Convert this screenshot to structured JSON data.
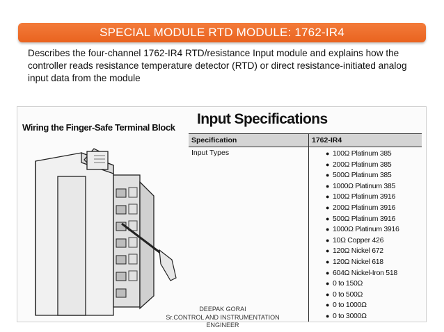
{
  "slide": {
    "title": "SPECIAL MODULE RTD MODULE: 1762-IR4",
    "description": "Describes the four-channel 1762-IR4 RTD/resistance Input module and explains how the controller reads resistance temperature detector (RTD) or direct resistance-initiated analog input data from the module",
    "footer": [
      "DEEPAK GORAI",
      "Sr.CONTROL AND INSTRUMENTATION",
      "ENGINEER"
    ]
  },
  "figure": {
    "wiring_title": "Wiring the Finger-Safe Terminal Block",
    "spec_title": "Input Specifications",
    "table": {
      "headers": [
        "Specification",
        "1762-IR4"
      ],
      "row_label": "Input Types",
      "input_types": [
        "100Ω Platinum 385",
        "200Ω Platinum 385",
        "500Ω Platinum 385",
        "1000Ω Platinum 385",
        "100Ω Platinum 3916",
        "200Ω Platinum 3916",
        "500Ω Platinum 3916",
        "1000Ω Platinum 3916",
        "10Ω Copper 426",
        "120Ω Nickel 672",
        "120Ω Nickel 618",
        "604Ω Nickel-Iron 518",
        "0 to 150Ω",
        "0 to 500Ω",
        "0 to 1000Ω",
        "0 to 3000Ω"
      ]
    }
  },
  "colors": {
    "title_bar": "#ee6c28",
    "title_text": "#ffffff"
  }
}
